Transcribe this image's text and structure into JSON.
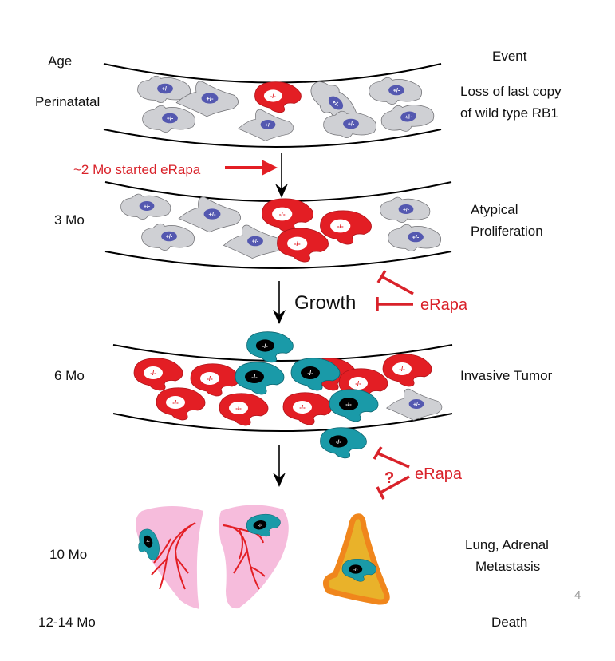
{
  "headers": {
    "age": "Age",
    "event": "Event"
  },
  "colors": {
    "heterozygous_cell": "#cfd0d4",
    "heterozygous_nucleus": "#5458b0",
    "null_cell": "#e31e24",
    "null_nucleus": "#ffffff",
    "invasive_cell": "#1a9aa8",
    "invasive_nucleus": "#000000",
    "lung": "#f6bcdc",
    "vessels": "#e31e24",
    "adrenal_fill": "#e9b22a",
    "adrenal_border": "#f0861c",
    "inhibitor": "#d9222a"
  },
  "genotypes": {
    "heterozygous": "+/-",
    "null": "-/-"
  },
  "stages": [
    {
      "age": "Perinatatal",
      "event_lines": [
        "Loss of last copy",
        "of wild type RB1"
      ]
    },
    {
      "age": "3 Mo",
      "event_lines": [
        "Atypical",
        "Proliferation"
      ]
    },
    {
      "age": "6 Mo",
      "event_lines": [
        "Invasive Tumor"
      ]
    },
    {
      "age": "10 Mo",
      "event_lines": [
        "Lung, Adrenal",
        "Metastasis"
      ]
    },
    {
      "age": "12-14  Mo",
      "event_lines": [
        "Death"
      ]
    }
  ],
  "annotations": {
    "treatment_start": "~2 Mo started eRapa",
    "growth": "Growth",
    "erapa_growth": "eRapa",
    "erapa_metastasis": "eRapa",
    "uncertain": "?"
  },
  "page_number": "4"
}
